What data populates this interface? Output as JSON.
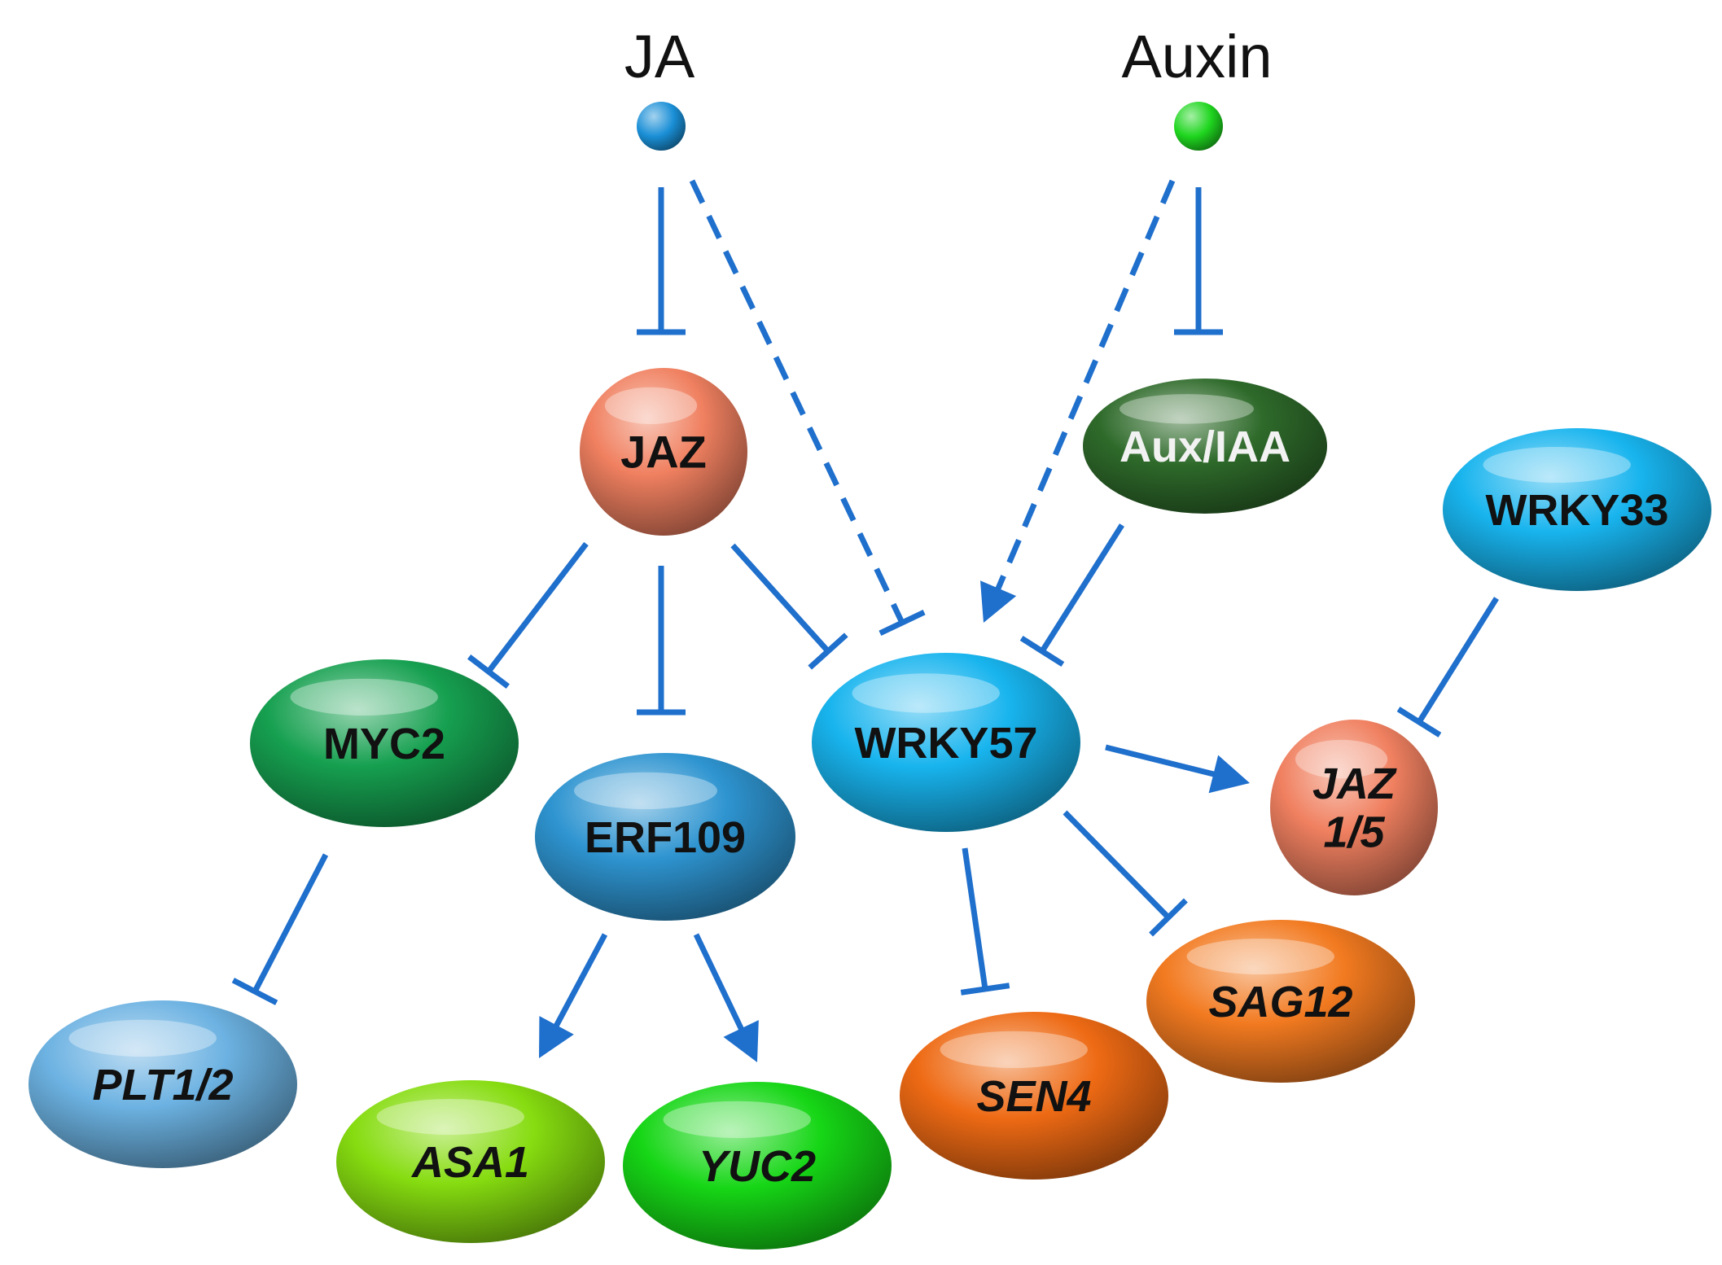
{
  "signals": [
    {
      "id": "ja",
      "label": "JA",
      "color": "#1a8fd6"
    },
    {
      "id": "auxin",
      "label": "Auxin",
      "color": "#1fd61f"
    }
  ],
  "nodes": [
    {
      "id": "jaz",
      "lines": [
        "JAZ"
      ],
      "italic": false,
      "color": "#f08060",
      "text_color": "#111111"
    },
    {
      "id": "auxiaa",
      "lines": [
        "Aux/IAA"
      ],
      "italic": false,
      "color": "#2e6a2a",
      "text_color": "#f2f2f2"
    },
    {
      "id": "wrky33",
      "lines": [
        "WRKY33"
      ],
      "italic": false,
      "color": "#18b4ee",
      "text_color": "#111111"
    },
    {
      "id": "myc2",
      "lines": [
        "MYC2"
      ],
      "italic": false,
      "color": "#16a050",
      "text_color": "#111111"
    },
    {
      "id": "erf109",
      "lines": [
        "ERF109"
      ],
      "italic": false,
      "color": "#2e94d0",
      "text_color": "#111111"
    },
    {
      "id": "wrky57",
      "lines": [
        "WRKY57"
      ],
      "italic": false,
      "color": "#18b4ee",
      "text_color": "#111111"
    },
    {
      "id": "jaz15",
      "lines": [
        "JAZ",
        "1/5"
      ],
      "italic": true,
      "color": "#f08060",
      "text_color": "#111111"
    },
    {
      "id": "plt12",
      "lines": [
        "PLT1/2"
      ],
      "italic": true,
      "color": "#6cb2e2",
      "text_color": "#111111"
    },
    {
      "id": "asa1",
      "lines": [
        "ASA1"
      ],
      "italic": true,
      "color": "#86dc10",
      "text_color": "#111111"
    },
    {
      "id": "yuc2",
      "lines": [
        "YUC2"
      ],
      "italic": true,
      "color": "#16d616",
      "text_color": "#111111"
    },
    {
      "id": "sen4",
      "lines": [
        "SEN4"
      ],
      "italic": true,
      "color": "#ee6a14",
      "text_color": "#111111"
    },
    {
      "id": "sag12",
      "lines": [
        "SAG12"
      ],
      "italic": true,
      "color": "#f27a20",
      "text_color": "#111111"
    }
  ],
  "edges": [
    {
      "from": "ja",
      "to": "jaz",
      "type": "inhibit",
      "dashed": false
    },
    {
      "from": "ja",
      "to": "wrky57",
      "type": "inhibit",
      "dashed": true
    },
    {
      "from": "auxin",
      "to": "wrky57",
      "type": "activate",
      "dashed": true
    },
    {
      "from": "auxin",
      "to": "auxiaa",
      "type": "inhibit",
      "dashed": false
    },
    {
      "from": "jaz",
      "to": "myc2",
      "type": "inhibit",
      "dashed": false
    },
    {
      "from": "jaz",
      "to": "erf109",
      "type": "inhibit",
      "dashed": false
    },
    {
      "from": "jaz",
      "to": "wrky57",
      "type": "inhibit",
      "dashed": false
    },
    {
      "from": "auxiaa",
      "to": "wrky57",
      "type": "inhibit",
      "dashed": false
    },
    {
      "from": "wrky33",
      "to": "jaz15",
      "type": "inhibit",
      "dashed": false
    },
    {
      "from": "wrky57",
      "to": "jaz15",
      "type": "activate",
      "dashed": false
    },
    {
      "from": "myc2",
      "to": "plt12",
      "type": "inhibit",
      "dashed": false
    },
    {
      "from": "erf109",
      "to": "asa1",
      "type": "activate",
      "dashed": false
    },
    {
      "from": "erf109",
      "to": "yuc2",
      "type": "activate",
      "dashed": false
    },
    {
      "from": "wrky57",
      "to": "sen4",
      "type": "inhibit",
      "dashed": false
    },
    {
      "from": "wrky57",
      "to": "sag12",
      "type": "inhibit",
      "dashed": false
    }
  ],
  "edge_color": "#1f6fcc"
}
